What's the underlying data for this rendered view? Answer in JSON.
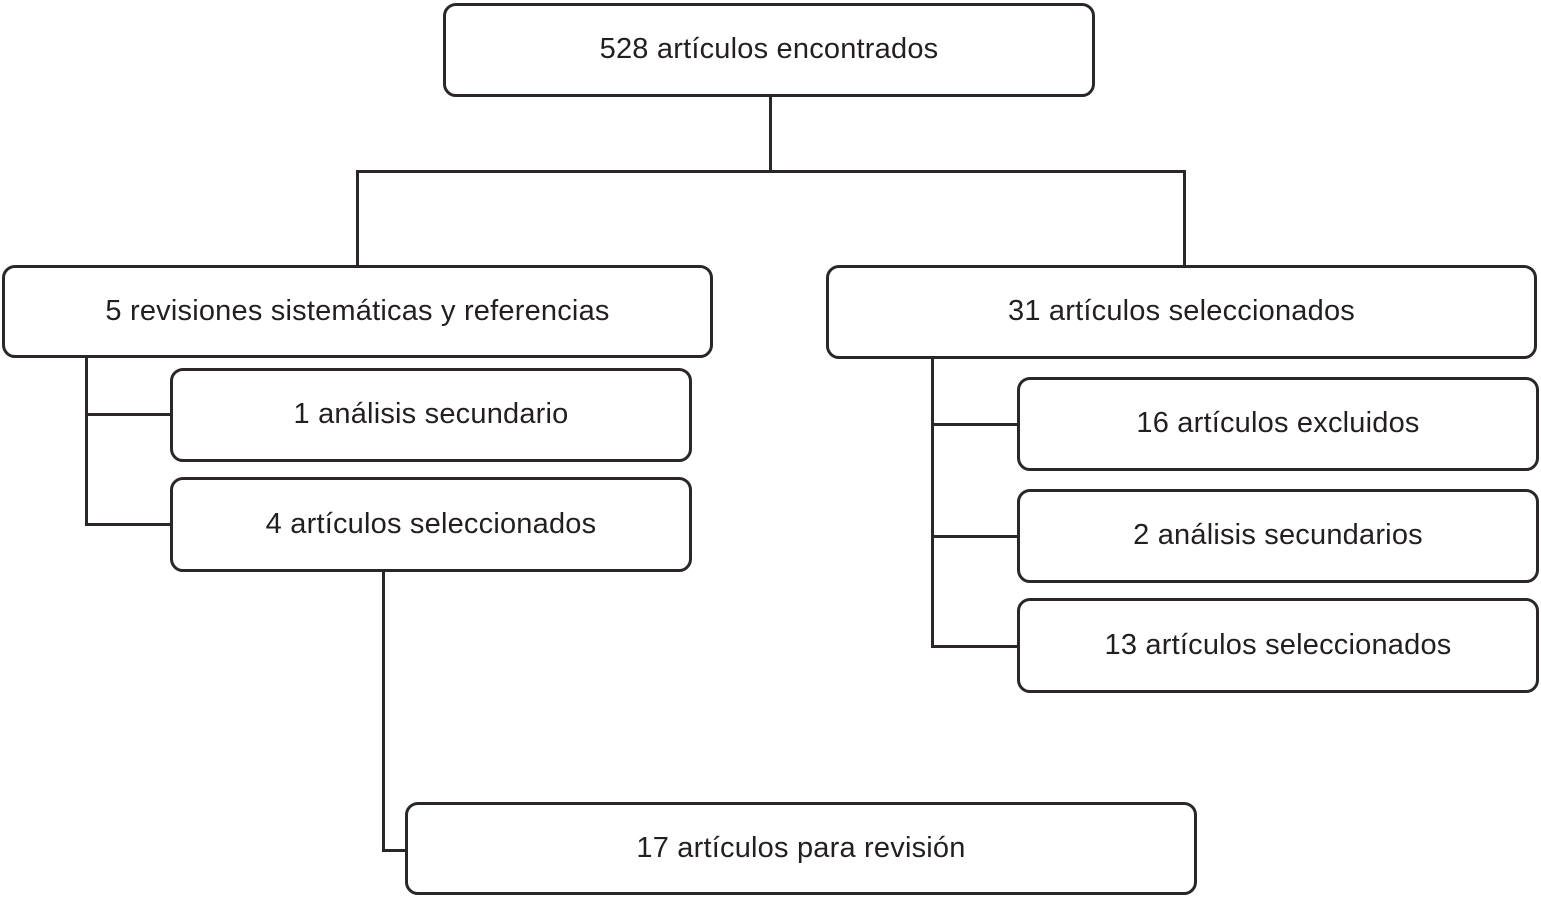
{
  "diagram": {
    "type": "flowchart",
    "language": "es",
    "background_color": "#ffffff",
    "line_color": "#2b2728",
    "text_color": "#231f20",
    "nodes": {
      "root": {
        "label": "528 artículos encontrados"
      },
      "left_parent": {
        "label": "5 revisiones sistemáticas y referencias"
      },
      "right_parent": {
        "label": "31 artículos seleccionados"
      },
      "left_child_1": {
        "label": "1 análisis secundario"
      },
      "left_child_2": {
        "label": "4 artículos seleccionados"
      },
      "right_child_1": {
        "label": "16 artículos excluidos"
      },
      "right_child_2": {
        "label": "2 análisis secundarios"
      },
      "right_child_3": {
        "label": "13 artículos seleccionados"
      },
      "final": {
        "label": "17 artículos para revisión"
      }
    },
    "edges": [
      {
        "from": "root",
        "to": "left_parent"
      },
      {
        "from": "root",
        "to": "right_parent"
      },
      {
        "from": "left_parent",
        "to": "left_child_1"
      },
      {
        "from": "left_parent",
        "to": "left_child_2"
      },
      {
        "from": "left_child_2",
        "to": "final"
      },
      {
        "from": "right_parent",
        "to": "right_child_1"
      },
      {
        "from": "right_parent",
        "to": "right_child_2"
      },
      {
        "from": "right_parent",
        "to": "right_child_3"
      }
    ]
  }
}
